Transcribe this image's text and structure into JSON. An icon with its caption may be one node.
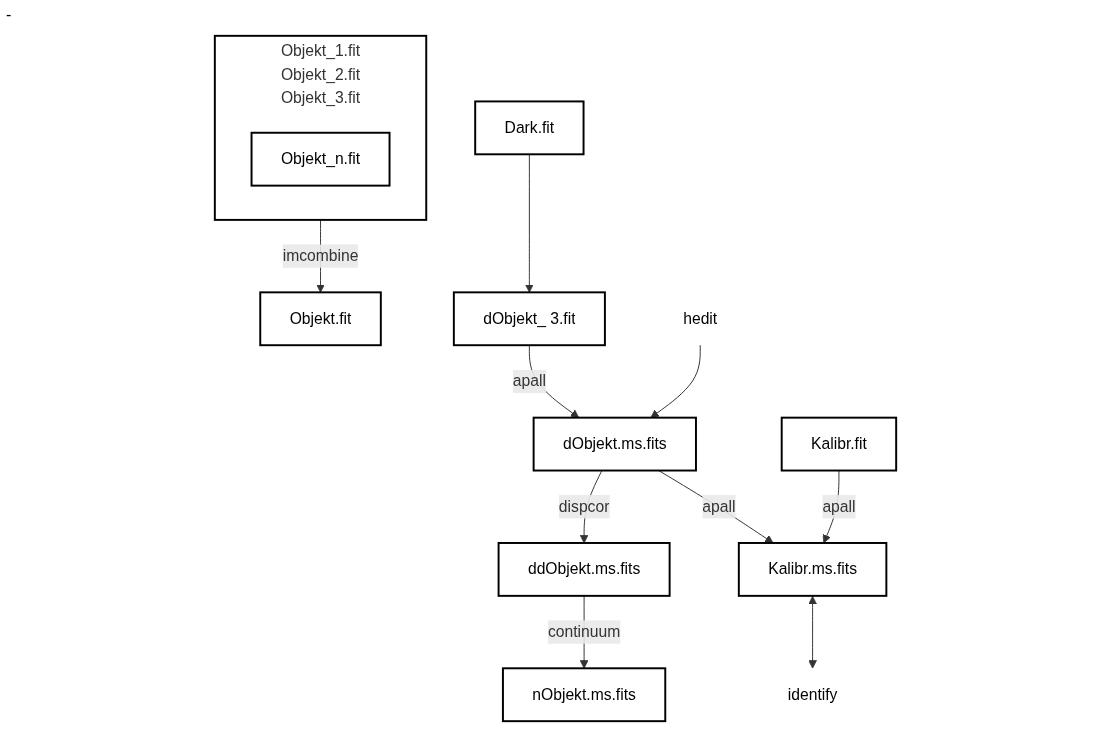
{
  "diagram": {
    "nodes": [
      {
        "text": [
          "Objekt_1.fit",
          "Objekt_2.fit",
          "Objekt_3.fit"
        ]
      },
      {
        "text": [
          "Objekt_n.fit"
        ],
        "in": 0
      },
      {
        "text": [
          "Objekt.fit"
        ]
      },
      {
        "text": [
          "Dark.fit"
        ]
      },
      {
        "text": [
          "dObjekt_ 3.fit"
        ]
      },
      {
        "text": [
          "dObjekt.ms.fits"
        ]
      },
      {
        "text": [
          "ddObjekt.ms.fits"
        ]
      },
      {
        "text": [
          "Kalibr.fit"
        ]
      },
      {
        "text": [
          "Kalibr.ms.fits"
        ]
      },
      {
        "text": [
          "hedit"
        ]
      },
      {
        "text": [
          "nObjekt.ms.fits"
        ]
      },
      {
        "text": [
          "identify"
        ]
      }
    ],
    "edges": [
      {
        "from": 0,
        "to": 2,
        "arrow": "to",
        "label": "imcombine"
      },
      {
        "from": 3,
        "to": 4,
        "arrow": "to"
      },
      {
        "from": 4,
        "to": 5,
        "arrow": "to",
        "label": "apall"
      },
      {
        "from": 5,
        "to": 8,
        "arrow": "to",
        "label": "apall"
      },
      {
        "from": 7,
        "to": 8,
        "arrow": "to",
        "label": "apall"
      },
      {
        "from": 8,
        "to": 11,
        "arrow": "both"
      },
      {
        "from": 9,
        "to": 5,
        "arrow": "to"
      },
      {
        "from": 5,
        "to": 6,
        "arrow": "to",
        "label": "dispcor"
      },
      {
        "from": 6,
        "to": 10,
        "arrow": "to",
        "label": "continuum"
      }
    ],
    "labels": [
      "-"
    ]
  }
}
